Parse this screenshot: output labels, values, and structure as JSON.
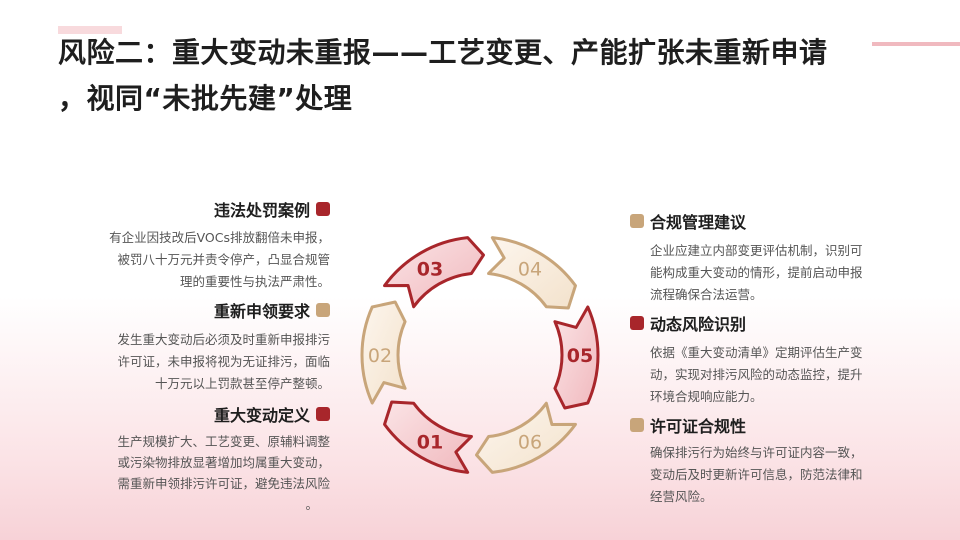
{
  "title": {
    "line1": "风险二：重大变动未重报——工艺变更、产能扩张未重新申请",
    "line2": "，视同“未批先建”处理"
  },
  "colors": {
    "red": "#a8262b",
    "tan": "#c8a57a",
    "red_fill": "#f5cfd2",
    "tan_fill": "#f8ecdd"
  },
  "left_items": [
    {
      "heading": "违法处罚案例",
      "color": "red",
      "lines": [
        "有企业因技改后VOCs排放翻倍未申报，",
        "被罚八十万元并责令停产，凸显合规管",
        "理的重要性与执法严肃性。"
      ]
    },
    {
      "heading": "重新申领要求",
      "color": "tan",
      "lines": [
        "发生重大变动后必须及时重新申报排污",
        "许可证，未申报将视为无证排污，面临",
        "十万元以上罚款甚至停产整顿。"
      ]
    },
    {
      "heading": "重大变动定义",
      "color": "red",
      "lines": [
        "生产规模扩大、工艺变更、原辅料调整",
        "或污染物排放显著增加均属重大变动，",
        "需重新申领排污许可证，避免违法风险",
        "。"
      ]
    }
  ],
  "right_items": [
    {
      "heading": "合规管理建议",
      "color": "tan",
      "lines": [
        "企业应建立内部变更评估机制，识别可",
        "能构成重大变动的情形，提前启动申报",
        "流程确保合法运营。"
      ]
    },
    {
      "heading": "动态风险识别",
      "color": "red",
      "lines": [
        "依据《重大变动清单》定期评估生产变",
        "动，实现对排污风险的动态监控，提升",
        "环境合规响应能力。"
      ]
    },
    {
      "heading": "许可证合规性",
      "color": "tan",
      "lines": [
        "确保排污行为始终与许可证内容一致，",
        "变动后及时更新许可信息，防范法律和",
        "经营风险。"
      ]
    }
  ],
  "segments": [
    {
      "label": "01",
      "color": "red"
    },
    {
      "label": "02",
      "color": "tan"
    },
    {
      "label": "03",
      "color": "red"
    },
    {
      "label": "04",
      "color": "tan"
    },
    {
      "label": "05",
      "color": "red"
    },
    {
      "label": "06",
      "color": "tan"
    }
  ]
}
